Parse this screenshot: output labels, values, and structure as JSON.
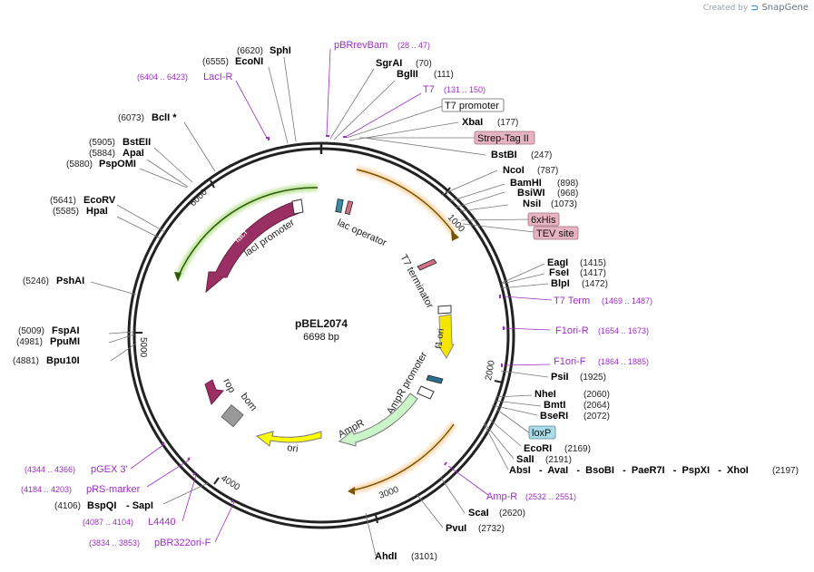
{
  "brand": {
    "prefix": "Created by",
    "name": "SnapGene"
  },
  "plasmid": {
    "name": "pBEL2074",
    "length_label": "6698 bp",
    "length": 6698
  },
  "enzymes": [
    {
      "pos": "(6620)",
      "name": "SphI"
    },
    {
      "pos": "(6555)",
      "name": "EcoNI"
    },
    {
      "pos": "(6073)",
      "name": "BclI *"
    },
    {
      "pos": "(5905)",
      "name": "BstEII"
    },
    {
      "pos": "(5884)",
      "name": "ApaI"
    },
    {
      "pos": "(5880)",
      "name": "PspOMI"
    },
    {
      "pos": "(5641)",
      "name": "EcoRV"
    },
    {
      "pos": "(5585)",
      "name": "HpaI"
    },
    {
      "pos": "(5246)",
      "name": "PshAI"
    },
    {
      "pos": "(5009)",
      "name": "FspAI"
    },
    {
      "pos": "(4981)",
      "name": "PpuMI"
    },
    {
      "pos": "(4881)",
      "name": "Bpu10I"
    },
    {
      "pos": "(70)",
      "name": "SgrAI"
    },
    {
      "pos": "(111)",
      "name": "BglII"
    },
    {
      "pos": "(177)",
      "name": "XbaI"
    },
    {
      "pos": "(247)",
      "name": "BstBI"
    },
    {
      "pos": "(787)",
      "name": "NcoI"
    },
    {
      "pos": "(898)",
      "name": "BamHI"
    },
    {
      "pos": "(968)",
      "name": "BsiWI"
    },
    {
      "pos": "(1073)",
      "name": "NsiI"
    },
    {
      "pos": "(1415)",
      "name": "EagI"
    },
    {
      "pos": "(1417)",
      "name": "FseI"
    },
    {
      "pos": "(1472)",
      "name": "BlpI"
    },
    {
      "pos": "(1925)",
      "name": "PsiI"
    },
    {
      "pos": "(2060)",
      "name": "NheI"
    },
    {
      "pos": "(2064)",
      "name": "BmtI"
    },
    {
      "pos": "(2072)",
      "name": "BseRI"
    },
    {
      "pos": "(2169)",
      "name": "EcoRI"
    },
    {
      "pos": "(2191)",
      "name": "SalI"
    },
    {
      "pos": "(2620)",
      "name": "ScaI"
    },
    {
      "pos": "(2732)",
      "name": "PvuI"
    },
    {
      "pos": "(3101)",
      "name": "AhdI"
    },
    {
      "pos": "(4106)",
      "name": "BspQI"
    }
  ],
  "sapi": "-  SapI",
  "multi_cutter": {
    "names": "AbsI   -  AvaI   -  BsoBI   -  PaeR7I   -  PspXI   -  XhoI",
    "pos": "(2197)"
  },
  "primers": [
    {
      "name": "pBRrevBam",
      "range": "(28 .. 47)"
    },
    {
      "name": "LacI-R",
      "range": "(6404 .. 6423)"
    },
    {
      "name": "T7",
      "range": "(131 .. 150)"
    },
    {
      "name": "T7 Term",
      "range": "(1469 .. 1487)"
    },
    {
      "name": "F1ori-R",
      "range": "(1654 .. 1673)"
    },
    {
      "name": "F1ori-F",
      "range": "(1864 .. 1885)"
    },
    {
      "name": "Amp-R",
      "range": "(2532 .. 2551)"
    },
    {
      "name": "pGEX 3'",
      "range": "(4344 .. 4366)"
    },
    {
      "name": "pRS-marker",
      "range": "(4184 .. 4203)"
    },
    {
      "name": "L4440",
      "range": "(4087 .. 4104)"
    },
    {
      "name": "pBR322ori-F",
      "range": "(3834 .. 3853)"
    }
  ],
  "boxed_features": {
    "t7_promoter": "T7 promoter",
    "strep_tag": "Strep-Tag II",
    "his_tag": "6xHis",
    "tev_site": "TEV site",
    "loxp": "loxP"
  },
  "inner_features": {
    "lac_operator": "lac operator",
    "laci_promoter": "lacI promoter",
    "laci": "lacI",
    "t7_terminator": "T7 terminator",
    "f1_ori": "f1 ori",
    "ampr_promoter": "AmpR promoter",
    "ampr": "AmpR",
    "ori": "ori",
    "rop": "rop",
    "bom": "bom"
  },
  "ticks": [
    "1000",
    "2000",
    "3000",
    "4000",
    "5000",
    "6000"
  ],
  "colors": {
    "enzyme": "#000000",
    "position": "#222222",
    "primer": "#9b2fbf",
    "laci": "#9a2f63",
    "f1_ori": "#f5e600",
    "ampr": "#c9f5c8",
    "ori": "#ffff00",
    "orf_orange": "#f3b15b",
    "strep_box": "#e6b3c0",
    "loxp_box": "#a9dbe8"
  }
}
